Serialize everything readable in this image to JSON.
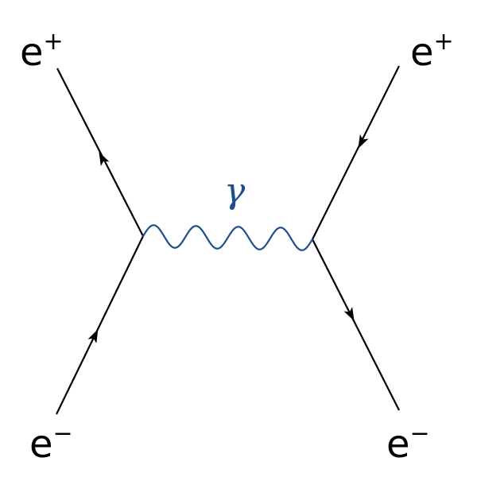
{
  "labels": {
    "top_left": {
      "base": "e",
      "sup": "+"
    },
    "top_right": {
      "base": "e",
      "sup": "+"
    },
    "bottom_left": {
      "base": "e",
      "sup": "−"
    },
    "bottom_right": {
      "base": "e",
      "sup": "−"
    },
    "photon": "γ"
  },
  "colors": {
    "fermion_line": "#000000",
    "photon_line": "#1f4e8c",
    "photon_label": "#1f4e8c"
  }
}
